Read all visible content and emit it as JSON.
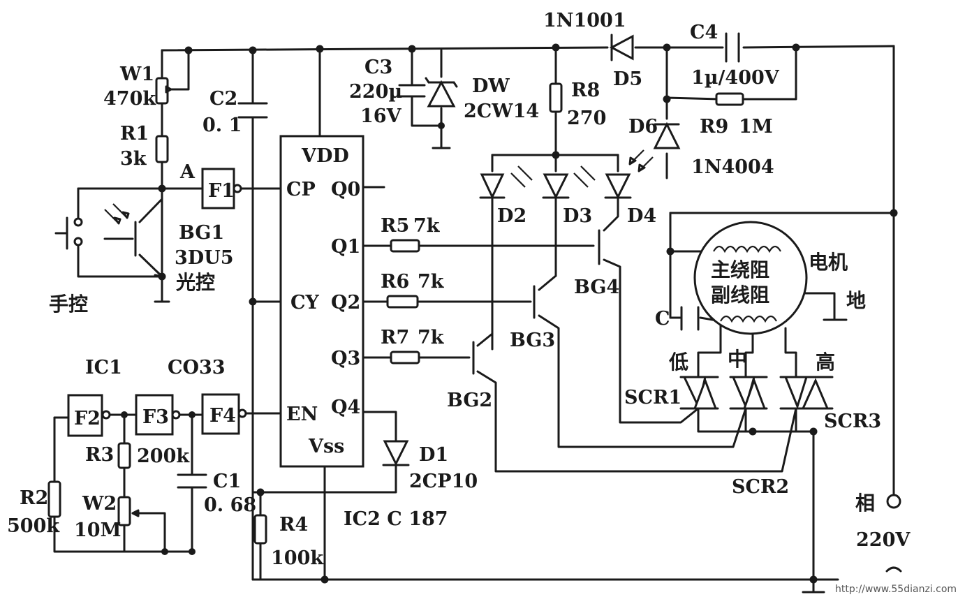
{
  "components": {
    "w1": {
      "name": "W1",
      "value": "470k"
    },
    "r1": {
      "name": "R1",
      "value": "3k"
    },
    "c2": {
      "name": "C2",
      "value": "0. 1"
    },
    "c3": {
      "name": "C3",
      "value": "220µ",
      "voltage": "16V"
    },
    "dw": {
      "name": "DW",
      "part": "2CW14"
    },
    "d5": {
      "part": "1N1001",
      "name": "D5"
    },
    "c4": {
      "name": "C4",
      "value": "1µ/400V"
    },
    "r8": {
      "name": "R8",
      "value": "270"
    },
    "d6": {
      "name": "D6",
      "part": "1N4004"
    },
    "r9": {
      "name": "R9",
      "value": "1M"
    },
    "node_a": "A",
    "f1": "F1",
    "ic2_pins": {
      "vdd": "VDD",
      "cp": "CP",
      "q0": "Q0",
      "q1": "Q1",
      "q2": "Q2",
      "q3": "Q3",
      "q4": "Q4",
      "cy": "CY",
      "en": "EN",
      "vss": "Vss"
    },
    "r5": {
      "name": "R5",
      "value": "7k"
    },
    "r6": {
      "name": "R6",
      "value": "7k"
    },
    "r7": {
      "name": "R7",
      "value": "7k"
    },
    "d2": "D2",
    "d3": "D3",
    "d4": "D4",
    "bg1": {
      "name": "BG1",
      "part": "3DU5",
      "note": "光控"
    },
    "bg2": "BG2",
    "bg3": "BG3",
    "bg4": "BG4",
    "manual": "手控",
    "motor": {
      "label": "电机",
      "main_winding": "主绕阻",
      "aux_winding": "副线阻",
      "ground": "地",
      "cap": "C"
    },
    "speeds": {
      "low": "低",
      "mid": "中",
      "high": "高"
    },
    "scr1": "SCR1",
    "scr2": "SCR2",
    "scr3": "SCR3",
    "ic1": "IC1",
    "co33": "CO33",
    "f2": "F2",
    "f3": "F3",
    "f4": "F4",
    "r3": {
      "name": "R3",
      "value": "200k"
    },
    "c1": {
      "name": "C1",
      "value": "0. 68"
    },
    "r2": {
      "name": "R2",
      "value": "500k"
    },
    "w2": {
      "name": "W2",
      "value": "10M"
    },
    "r4": {
      "name": "R4",
      "value": "100k"
    },
    "ic2": "IC2 C 187",
    "d1": {
      "name": "D1",
      "part": "2CP10"
    },
    "mains": {
      "phase": "相",
      "voltage": "220V"
    },
    "watermark": "http://www.55dianzi.com"
  }
}
